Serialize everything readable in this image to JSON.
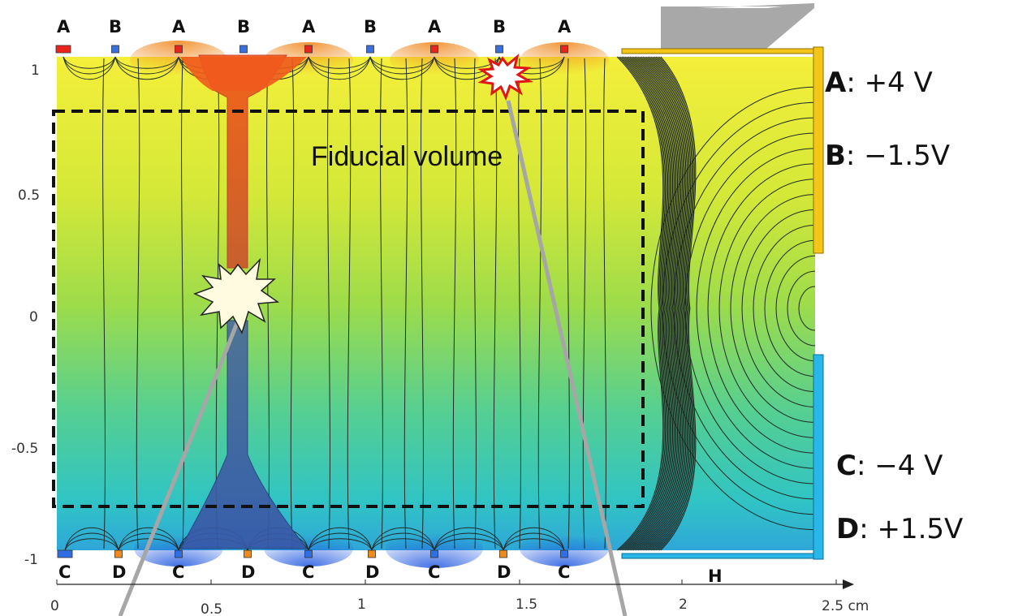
{
  "figure": {
    "fiducial_label": "Fiducial volume",
    "top_electrodes": [
      "A",
      "B",
      "A",
      "B",
      "A",
      "B",
      "A",
      "B",
      "A"
    ],
    "bottom_electrodes": [
      "C",
      "D",
      "C",
      "D",
      "C",
      "D",
      "C",
      "D",
      "C"
    ],
    "side_electrode": "H",
    "y_axis": {
      "ticks": [
        "1",
        "0.5",
        "0",
        "-0.5",
        "-1"
      ],
      "range": [
        -1,
        1
      ]
    },
    "x_axis": {
      "ticks": [
        "0",
        "0.5",
        "1",
        "1.5",
        "2",
        "2.5 cm"
      ],
      "range": [
        0,
        2.5
      ]
    }
  },
  "legend": [
    {
      "key": "A",
      "value": ": +4  V"
    },
    {
      "key": "B",
      "value": ": −1.5V"
    },
    {
      "key": "C",
      "value": ":  −4  V"
    },
    {
      "key": "D",
      "value": ": +1.5V"
    }
  ],
  "colors": {
    "electrode_A": "#e8241c",
    "electrode_B": "#3a6fe0",
    "electrode_C": "#2f6fe3",
    "electrode_D": "#f08a1c",
    "top_plate": "#f5c518",
    "bottom_plate": "#29b6e8",
    "field_lines": "#1e2a24",
    "drift_up": "#e8541c",
    "drift_down": "#2f4f9e",
    "track": "#a6a6a6",
    "gap_shape": "#a8a8a8"
  }
}
